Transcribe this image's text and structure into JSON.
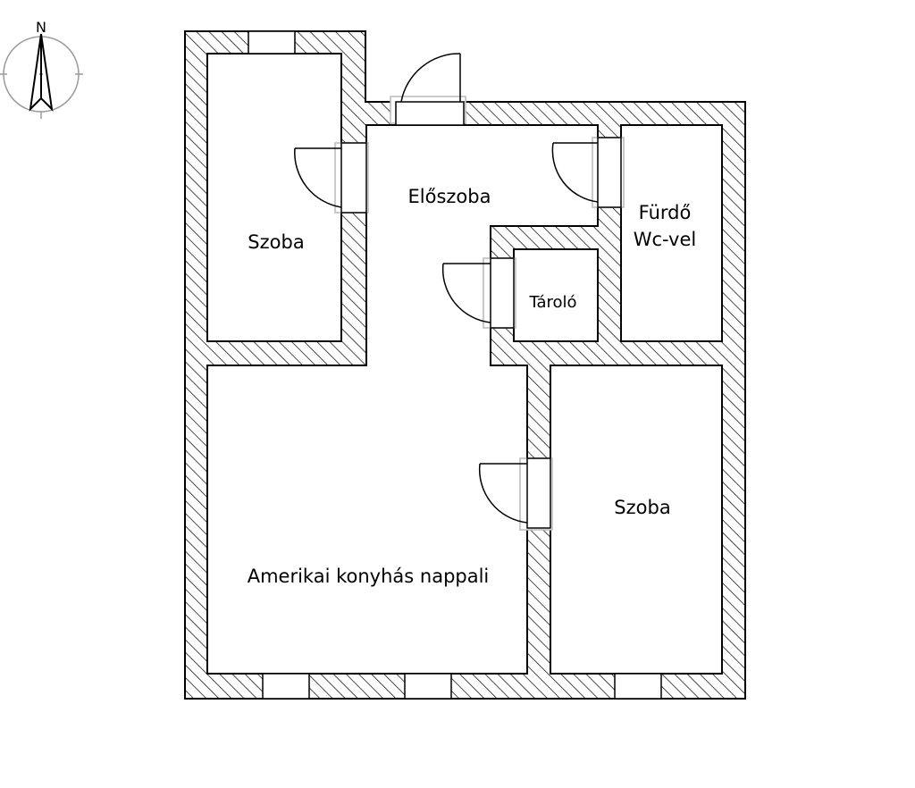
{
  "compass": {
    "north_label": "N"
  },
  "rooms": {
    "room_top_left": "Szoba",
    "hallway": "Előszoba",
    "bathroom_line1": "Fürdő",
    "bathroom_line2": "Wc-vel",
    "storage": "Tároló",
    "living": "Amerikai konyhás nappali",
    "room_right": "Szoba"
  },
  "colors": {
    "line": "#000000",
    "hatch": "#000000",
    "door_frame": "#b9b9b9",
    "background": "#ffffff"
  }
}
